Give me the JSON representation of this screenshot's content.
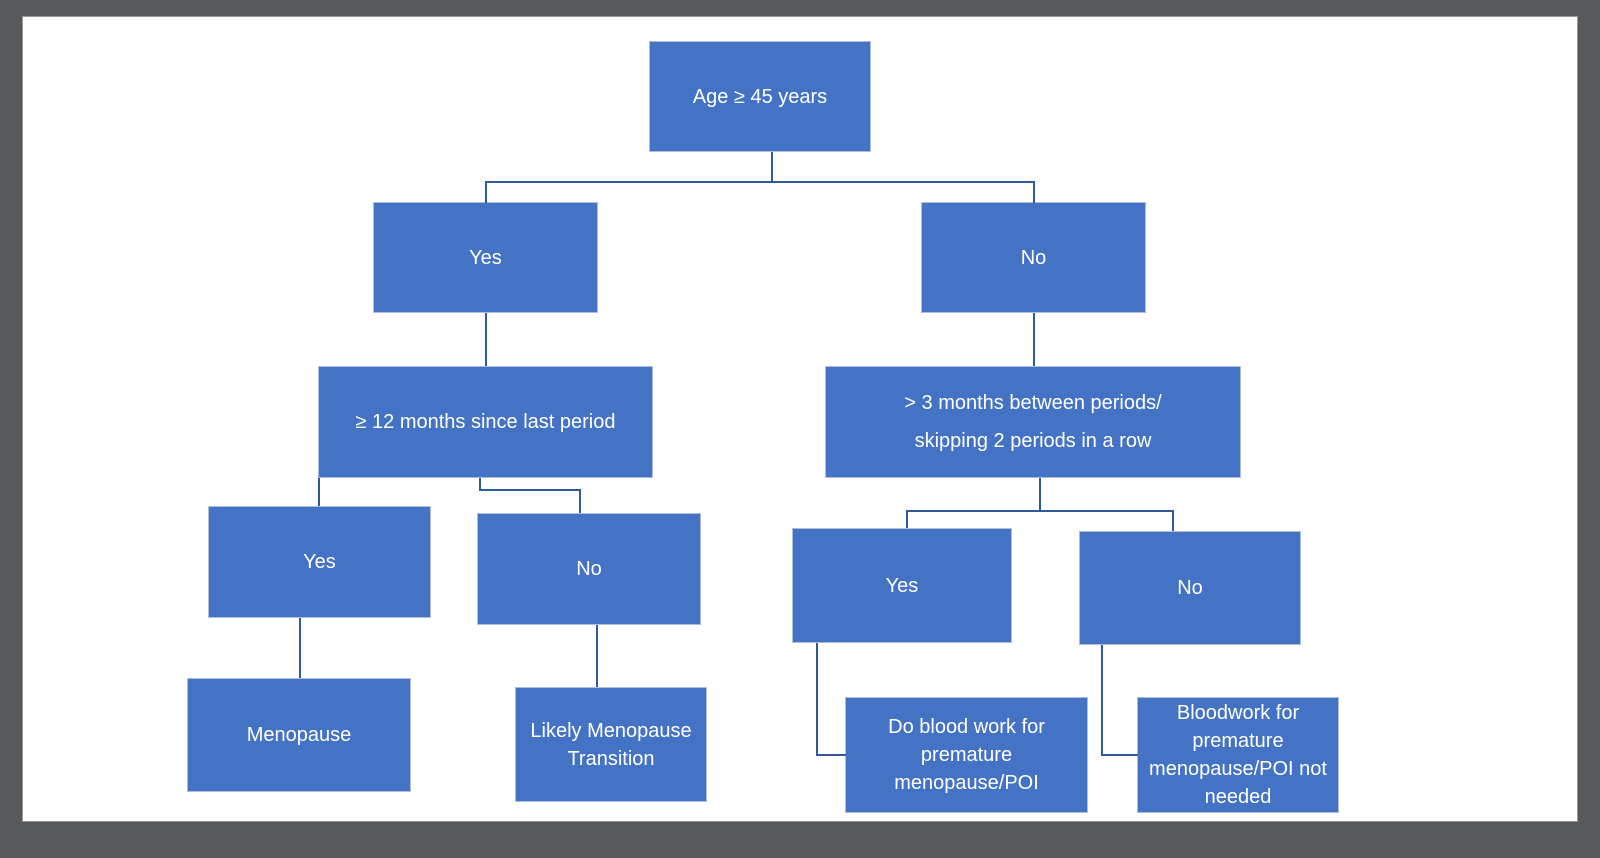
{
  "colors": {
    "frame": "#58595b",
    "canvas": "#ffffff",
    "box_fill": "#4472C4",
    "box_border": "#aebdde",
    "line": "#2f5b9d",
    "text": "#ffffff"
  },
  "chart_type": "flowchart",
  "nodes": {
    "age": {
      "label": "Age ≥ 45 years"
    },
    "age_yes": {
      "label": "Yes"
    },
    "age_no": {
      "label": "No"
    },
    "months12": {
      "label": "≥ 12 months since last period"
    },
    "months3": {
      "label": "> 3 months between periods/\nskipping 2 periods in a row"
    },
    "months12_yes": {
      "label": "Yes"
    },
    "months12_no": {
      "label": "No"
    },
    "months3_yes": {
      "label": "Yes"
    },
    "months3_no": {
      "label": "No"
    },
    "menopause": {
      "label": "Menopause"
    },
    "likely_transition": {
      "label": "Likely Menopause Transition"
    },
    "do_bloodwork": {
      "label": "Do blood work for premature menopause/POI"
    },
    "bloodwork_not_needed": {
      "label": "Bloodwork for premature menopause/POI not needed"
    }
  },
  "edges": [
    "age -> age_yes",
    "age -> age_no",
    "age_yes -> months12",
    "age_no -> months3",
    "months12 -> months12_yes",
    "months12 -> months12_no",
    "months3 -> months3_yes",
    "months3 -> months3_no",
    "months12_yes -> menopause",
    "months12_no -> likely_transition",
    "months3_yes -> do_bloodwork",
    "months3_no -> bloodwork_not_needed"
  ]
}
